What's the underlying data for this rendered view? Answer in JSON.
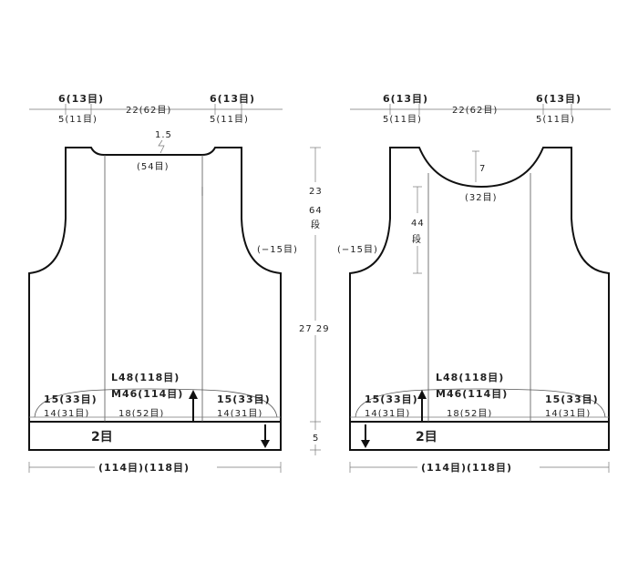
{
  "back": {
    "shoulder_left_top": "6(13目)",
    "shoulder_left_bottom": "5(11目)",
    "neck_width": "22(62目)",
    "shoulder_right_top": "6(13目)",
    "shoulder_right_bottom": "5(11目)",
    "neck_drop": "1.5",
    "neck_count": "(54目)",
    "armhole_dec": "(−15目)",
    "size_L": "L48(118目)",
    "size_M": "M46(114目)",
    "side_left_top": "15(33目)",
    "side_left_bottom": "14(31目)",
    "center": "18(52目)",
    "side_right_top": "15(33目)",
    "side_right_bottom": "14(31目)",
    "band": "2目",
    "total": "(114目)(118目)"
  },
  "measures": {
    "armhole_cm": "23",
    "armhole_rows_num": "64",
    "armhole_rows_unit": "段",
    "body_len": "27 29",
    "band_len": "5"
  },
  "front": {
    "shoulder_left_top": "6(13目)",
    "shoulder_left_bottom": "5(11目)",
    "neck_width": "22(62目)",
    "shoulder_right_top": "6(13目)",
    "shoulder_right_bottom": "5(11目)",
    "neck_drop": "7",
    "neck_count": "(32目)",
    "neck_rows_num": "44",
    "neck_rows_unit": "段",
    "armhole_dec": "(−15目)",
    "size_L": "L48(118目)",
    "size_M": "M46(114目)",
    "side_left_top": "15(33目)",
    "side_left_bottom": "14(31目)",
    "center": "18(52目)",
    "side_right_top": "15(33目)",
    "side_right_bottom": "14(31目)",
    "band": "2目",
    "total": "(114目)(118目)"
  }
}
